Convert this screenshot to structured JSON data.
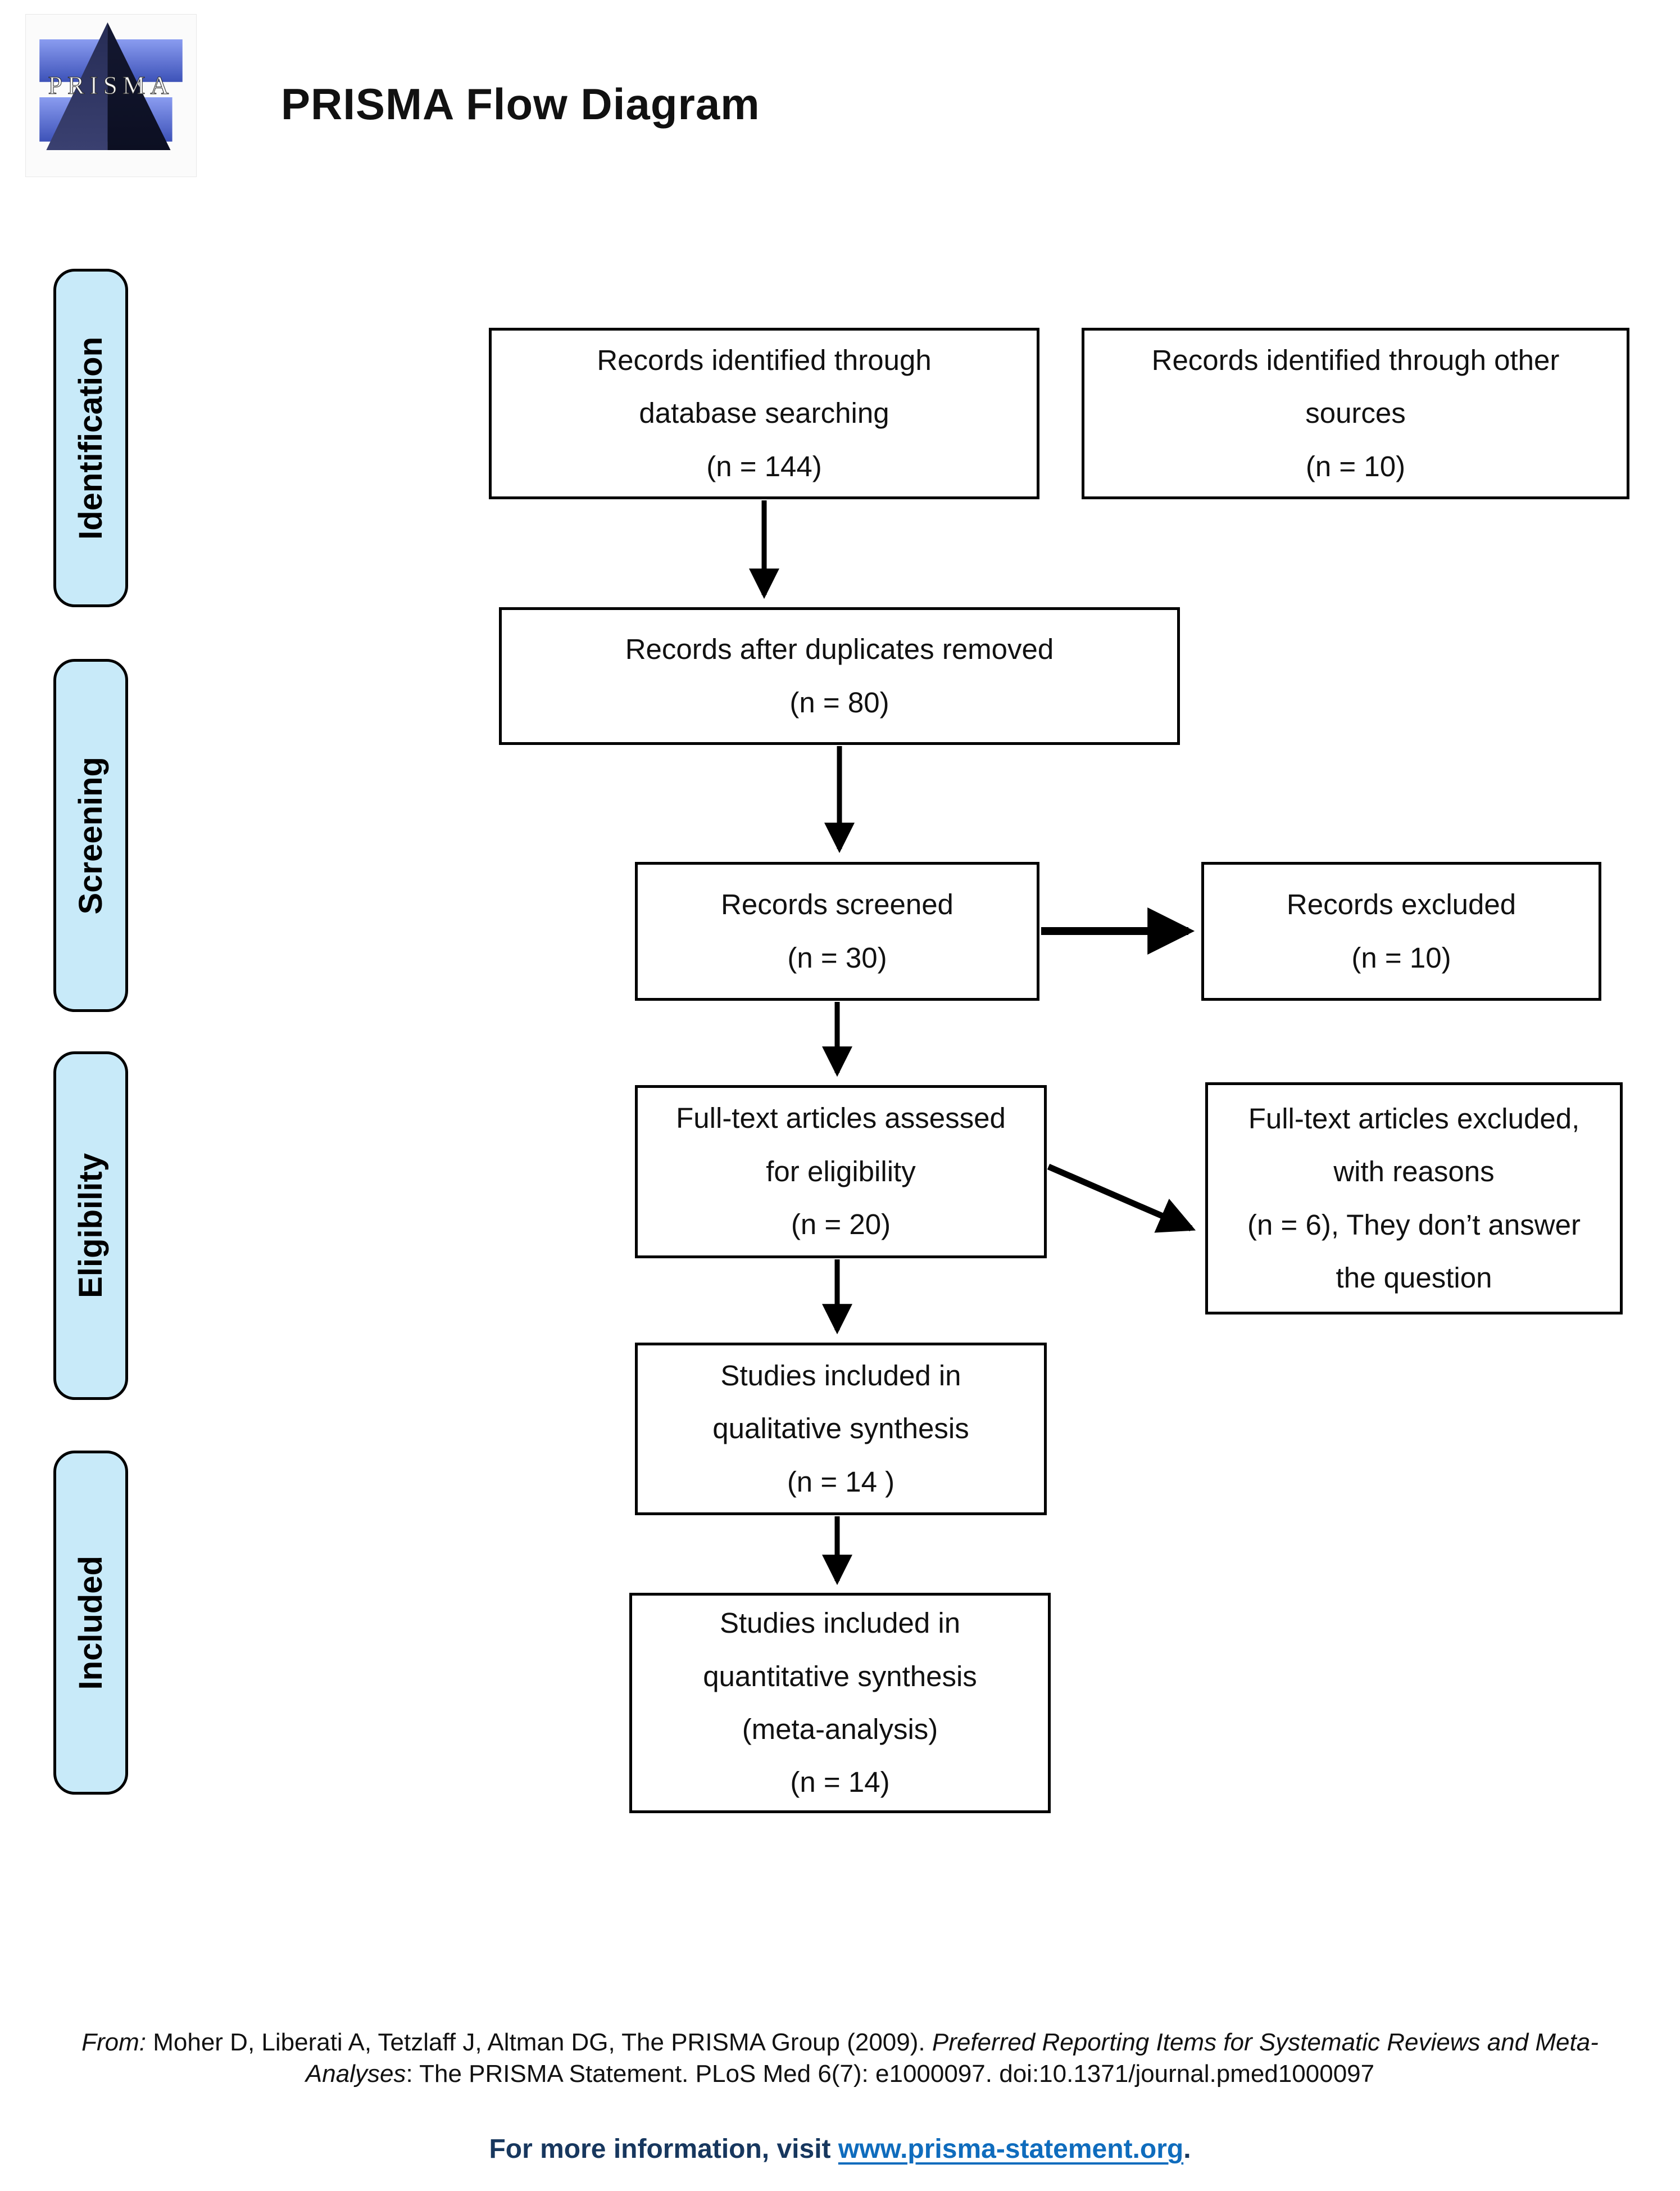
{
  "logo": {
    "text": "PRISMA"
  },
  "header": {
    "title": "PRISMA Flow Diagram"
  },
  "stages": {
    "identification": "Identification",
    "screening": "Screening",
    "eligibility": "Eligibility",
    "included": "Included"
  },
  "boxes": {
    "identified": "Records identified through\ndatabase searching\n(n = 144)",
    "other_sources": "Records identified through other\nsources\n(n = 10)",
    "duplicates_removed": "Records after duplicates removed\n(n = 80)",
    "screened": "Records screened\n(n = 30)",
    "excluded": "Records excluded\n(n = 10)",
    "fulltext_assessed": "Full-text articles assessed\nfor eligibility\n(n = 20)",
    "fulltext_excluded": "Full-text articles excluded,\nwith reasons\n(n = 6), They don’t answer\nthe question",
    "qualitative": "Studies included in\nqualitative synthesis\n(n = 14 )",
    "quantitative": "Studies included in\nquantitative synthesis\n(meta-analysis)\n(n = 14)"
  },
  "footer": {
    "from_label": "From:",
    "citation_part1": " Moher D, Liberati A, Tetzlaff J, Altman DG, The PRISMA Group (2009). ",
    "citation_part2_italic": "Preferred Reporting Items for Systematic Reviews and Meta-",
    "citation_part3_italic": "Analyses",
    "citation_part4": ": The PRISMA Statement. PLoS Med 6(7): e1000097. doi:10.1371/journal.pmed1000097",
    "more_info_label": "For more information, visit ",
    "link_text": "www.prisma-statement.org",
    "link_suffix": "."
  },
  "colors": {
    "stage_fill": "#c8eaf9",
    "box_border": "#000000",
    "link_blue": "#0f6cbd",
    "footer_navy": "#17375e",
    "text": "#1a1a1a"
  }
}
